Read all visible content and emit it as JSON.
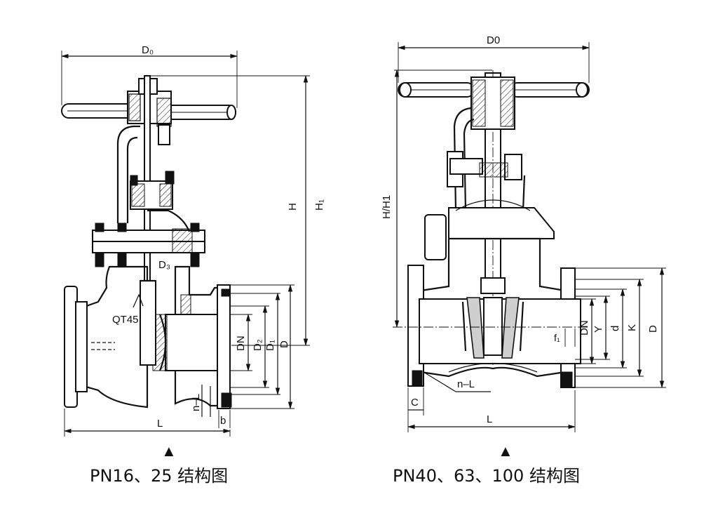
{
  "left_drawing": {
    "dims": {
      "d0": "D₀",
      "h": "H",
      "h1": "H₁",
      "d3": "D₃",
      "dn": "DN",
      "d2": "D₂",
      "d1": "D₁",
      "d": "D",
      "nl": "n–L",
      "b": "b",
      "l": "L"
    },
    "material_mark": "QT45",
    "caption": "PN16、25 结构图"
  },
  "right_drawing": {
    "dims": {
      "d0": "D0",
      "hh1": "H/H1",
      "f1": "f₁",
      "dn": "DN",
      "y": "Y",
      "d_small": "d",
      "k": "K",
      "d": "D",
      "nl": "n–L",
      "c": "C",
      "l": "L"
    },
    "caption": "PN40、63、100 结构图"
  },
  "marker_symbol": "▲",
  "colors": {
    "ink": "#111111",
    "paper": "#ffffff",
    "shade": "#cfcfcf"
  }
}
